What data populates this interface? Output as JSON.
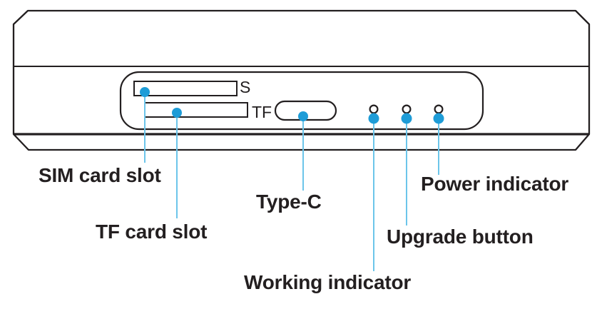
{
  "diagram_title": "device-front-panel-callout-diagram",
  "device": {
    "port_markings": {
      "sim": "S",
      "tf": "TF"
    }
  },
  "callouts": {
    "sim": {
      "label": "SIM card slot"
    },
    "tf": {
      "label": "TF card slot"
    },
    "typec": {
      "label": "Type-C"
    },
    "working": {
      "label": "Working indicator"
    },
    "upgrade": {
      "label": "Upgrade button"
    },
    "power": {
      "label": "Power indicator"
    }
  },
  "colors": {
    "outline": "#231f20",
    "text": "#231f20",
    "marker_dot": "#1e9cd7",
    "leader_line": "#6cc5ea",
    "background": "#ffffff"
  }
}
